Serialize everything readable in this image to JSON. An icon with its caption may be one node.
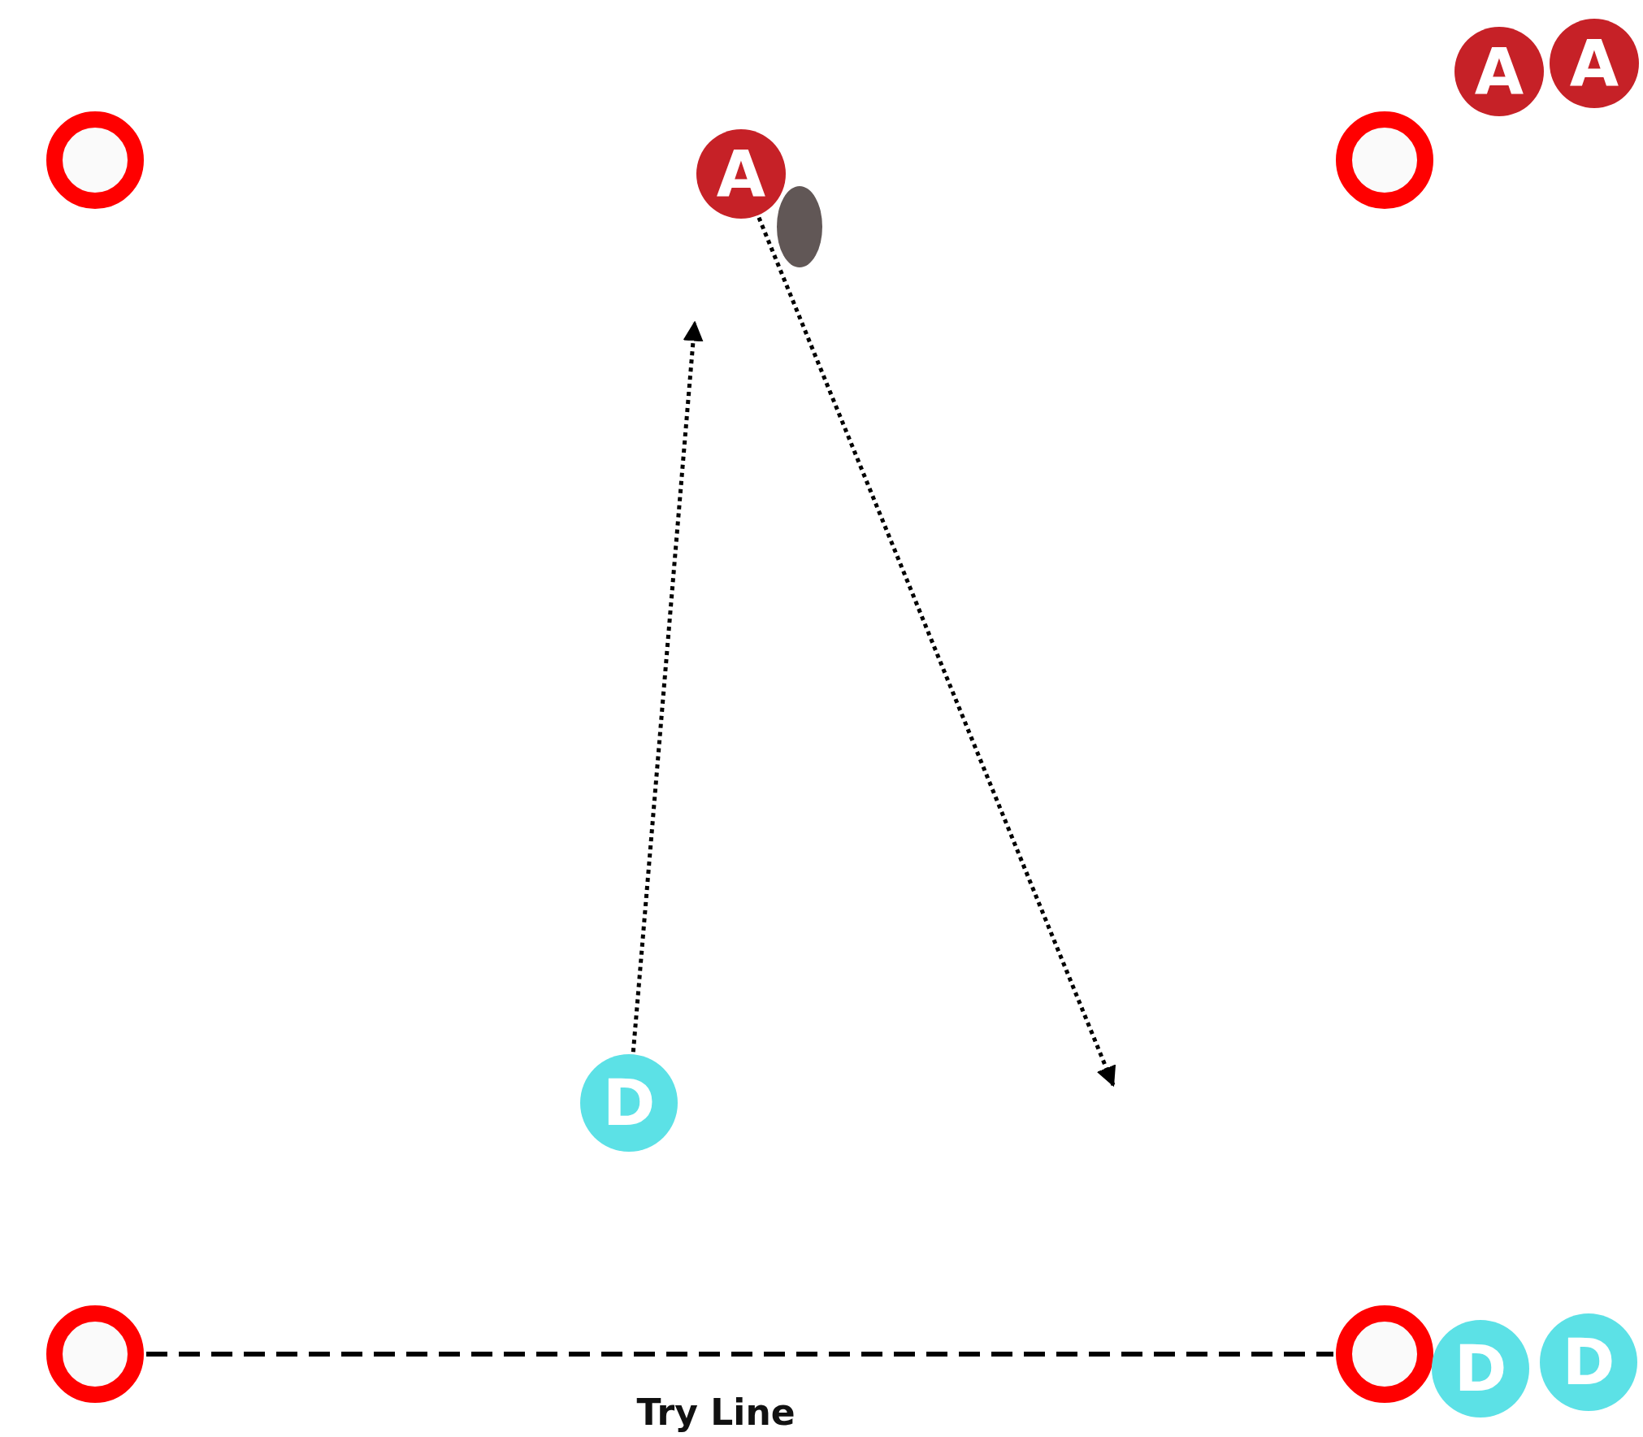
{
  "diagram": {
    "nodes": [
      {
        "text": [],
        "shape": "circle"
      },
      {
        "text": [
          "A"
        ]
      },
      {
        "text": [],
        "shape": "circle"
      },
      {
        "text": [
          "A"
        ]
      },
      {
        "text": [
          "A"
        ]
      },
      {
        "text": [
          "D"
        ]
      },
      {
        "text": [],
        "shape": "circle"
      },
      {
        "text": [],
        "shape": "circle"
      },
      {
        "text": [
          "D"
        ]
      },
      {
        "text": [
          "D"
        ]
      }
    ],
    "edges": [
      {
        "from": 1,
        "to": null,
        "arrow": "to"
      },
      {
        "from": 5,
        "to": null,
        "arrow": "to"
      },
      {
        "from": 6,
        "to": 7,
        "arrow": "none",
        "style": "dashed",
        "label": "Try Line"
      }
    ]
  }
}
